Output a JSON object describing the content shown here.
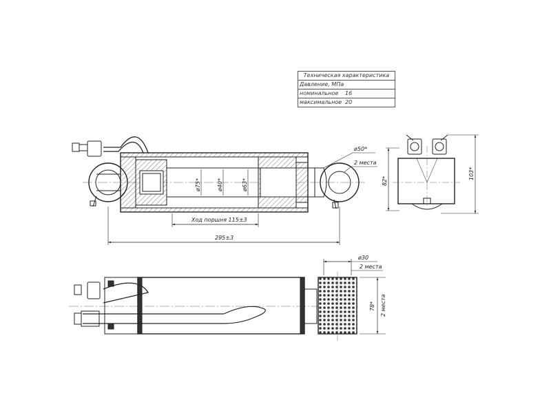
{
  "spec_table": {
    "title": "Техническая характеристика",
    "pressure_label": "Давление, МПа",
    "nominal_label": "номинальное",
    "nominal_value": "16",
    "max_label": "максимальное",
    "max_value": "20"
  },
  "dimensions": {
    "stroke": "Ход поршня 115±3",
    "total_length": "295±3",
    "d75": "ø75*",
    "d40": "ø40*",
    "d63": "ø63*",
    "eye_d50": "ø50*",
    "eye_count_top": "2 места",
    "side_82": "82*",
    "side_103": "103*",
    "eye_d30": "ø30",
    "eye_count_bottom": "2 места",
    "width_78": "78*",
    "width_count": "2 места"
  }
}
